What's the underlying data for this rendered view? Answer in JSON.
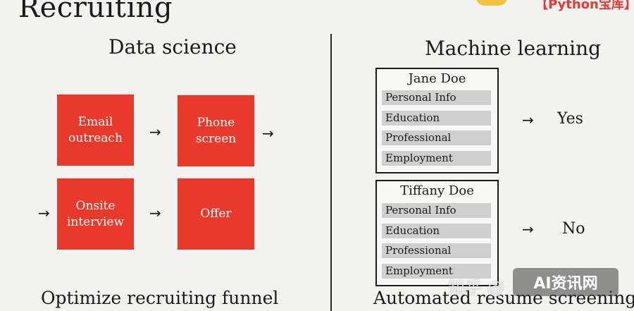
{
  "title": "Recruiting",
  "data_science": {
    "heading": "Data science",
    "steps": [
      "Email outreach",
      "Phone screen",
      "Onsite interview",
      "Offer"
    ],
    "caption": "Optimize recruiting funnel"
  },
  "machine_learning": {
    "heading": "Machine learning",
    "candidates": [
      {
        "name": "Jane Doe",
        "fields": [
          "Personal Info",
          "Education",
          "Professional",
          "Employment"
        ],
        "result": "Yes"
      },
      {
        "name": "Tiffany Doe",
        "fields": [
          "Personal Info",
          "Education",
          "Professional",
          "Employment"
        ],
        "result": "No"
      }
    ],
    "caption": "Automated resume screening"
  },
  "arrow_symbol": "→",
  "watermarks": {
    "top_right": "【Python宝库】",
    "bottom": "知乎 @",
    "badge": "AI资讯网"
  },
  "colors": {
    "step_fill": "#e8392b",
    "field_fill": "#cfcfcf"
  }
}
